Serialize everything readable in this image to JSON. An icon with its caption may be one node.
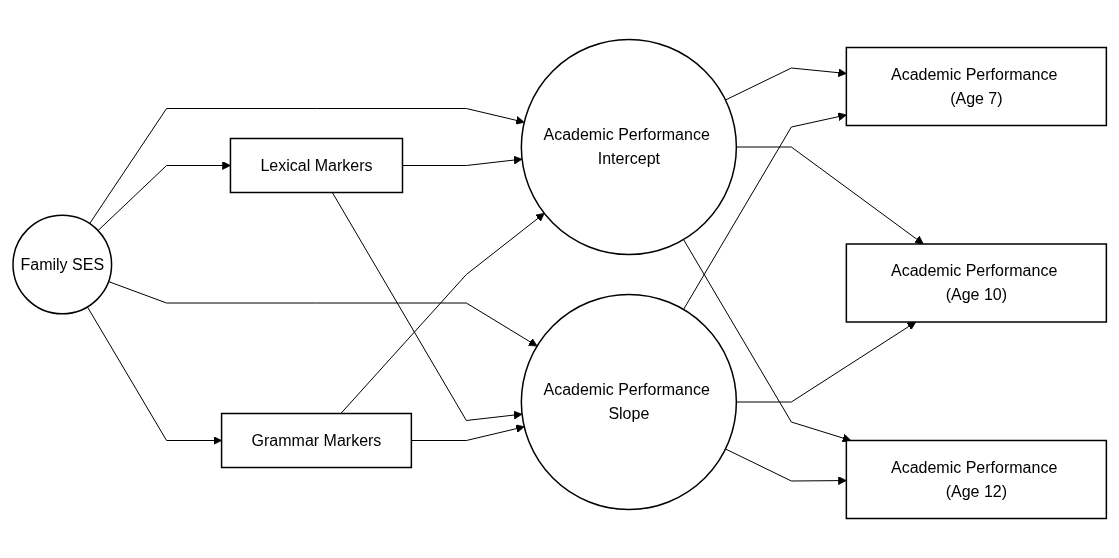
{
  "diagram": {
    "nodes": [
      {
        "text": [
          "Family SES"
        ]
      },
      {
        "text": [
          "Lexical Markers"
        ]
      },
      {
        "text": [
          "Grammar Markers"
        ]
      },
      {
        "text": [
          "Academic Performance Intercept"
        ]
      },
      {
        "text": [
          "Academic Performance Slope"
        ]
      },
      {
        "text": [
          "Academic Performance (Age 7)"
        ]
      },
      {
        "text": [
          "Academic Performance (Age 10)"
        ]
      },
      {
        "text": [
          "Academic Performance (Age 12)"
        ]
      }
    ],
    "edges": [
      {
        "from": 0,
        "to": 1,
        "arrow": "to"
      },
      {
        "from": 0,
        "to": 3,
        "arrow": "to"
      },
      {
        "from": 0,
        "to": 4,
        "arrow": "to"
      },
      {
        "from": 0,
        "to": 2,
        "arrow": "to"
      },
      {
        "from": 1,
        "to": 3,
        "arrow": "to"
      },
      {
        "from": 1,
        "to": 4,
        "arrow": "to"
      },
      {
        "from": 2,
        "to": 3,
        "arrow": "to"
      },
      {
        "from": 2,
        "to": 4,
        "arrow": "to"
      },
      {
        "from": 3,
        "to": 5,
        "arrow": "to"
      },
      {
        "from": 3,
        "to": 6,
        "arrow": "to"
      },
      {
        "from": 3,
        "to": 7,
        "arrow": "to"
      },
      {
        "from": 4,
        "to": 5,
        "arrow": "to"
      },
      {
        "from": 4,
        "to": 6,
        "arrow": "to"
      },
      {
        "from": 4,
        "to": 7,
        "arrow": "to"
      }
    ]
  }
}
